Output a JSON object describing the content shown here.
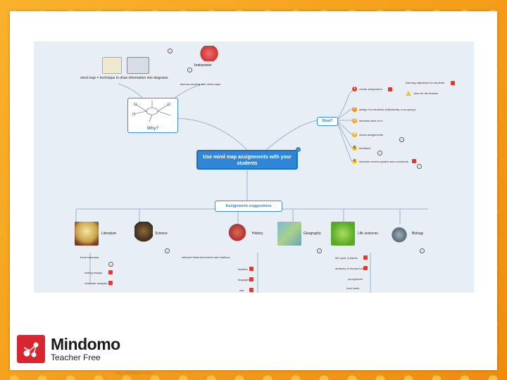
{
  "central_topic": {
    "label": "Use mind map assignments with your students"
  },
  "why": {
    "label": "Why?",
    "note_mind_map": "mind map = technique to draw information into diagrams",
    "note_brain": "brainpower",
    "note_discuss": "discuss working with mind maps"
  },
  "how": {
    "label": "How?",
    "steps": [
      {
        "n": "1",
        "text": "create assignment"
      },
      {
        "n": "2",
        "text": "assign it to students (individually or as group)"
      },
      {
        "n": "3",
        "text": "students work on it"
      },
      {
        "n": "4",
        "text": "check assignments"
      },
      {
        "n": "5",
        "text": "feedback"
      },
      {
        "n": "6",
        "text": "students receive grades and comments"
      }
    ],
    "sub_top": "learning objectives for students",
    "sub_warn": "plan for the teacher"
  },
  "assignments": {
    "label": "Assignment suggestions",
    "topics": [
      "Literature",
      "Science",
      "History",
      "Geography",
      "Life sciences",
      "Biology"
    ],
    "literature_items": [
      "book summary",
      "writing essays",
      "character analysis"
    ],
    "history_items": [
      "interpret historical events and relations",
      "timeline",
      "biography",
      "war"
    ],
    "life_items": [
      "life cycle of plants",
      "anatomy of human body",
      "ecosystems",
      "food chain"
    ]
  },
  "branding": {
    "name": "Mindomo",
    "edition": "Teacher Free",
    "url": "http://mindomo.com"
  },
  "colors": {
    "accent": "#2f86d6",
    "brand_red": "#d7262f",
    "background": "#f6a317"
  }
}
